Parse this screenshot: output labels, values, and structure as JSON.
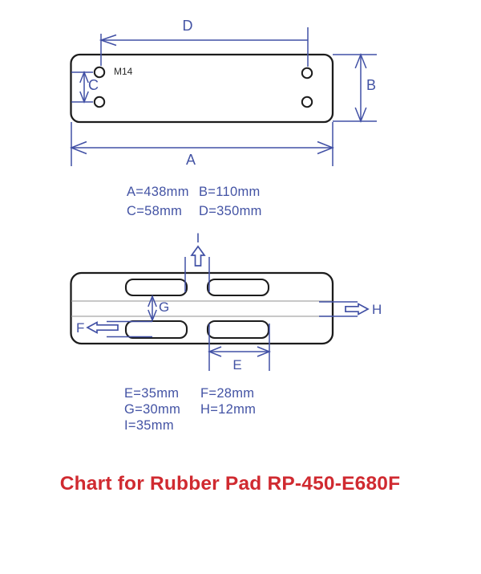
{
  "title": {
    "text": "Chart for Rubber Pad RP-450-E680F"
  },
  "colors": {
    "dimension_blue": "#4150a5",
    "text_blue": "#4353a4",
    "outline_black": "#1c1c1c",
    "gray_guide": "#a8a8a8",
    "title_red": "#d02a30"
  },
  "top_view": {
    "thread_label": "M14",
    "dim_labels": {
      "A": "A",
      "B": "B",
      "C": "C",
      "D": "D"
    },
    "values": [
      "A=438mm",
      "B=110mm",
      "C=58mm",
      "D=350mm"
    ]
  },
  "bottom_view": {
    "dim_labels": {
      "E": "E",
      "F": "F",
      "G": "G",
      "H": "H",
      "I": "I"
    },
    "values": [
      "E=35mm",
      "F=28mm",
      "G=30mm",
      "H=12mm",
      "I=35mm"
    ]
  },
  "measurements": {
    "A": "438mm",
    "B": "110mm",
    "C": "58mm",
    "D": "350mm",
    "E": "35mm",
    "F": "28mm",
    "G": "30mm",
    "H": "12mm",
    "I": "35mm",
    "bolt_thread": "M14"
  }
}
